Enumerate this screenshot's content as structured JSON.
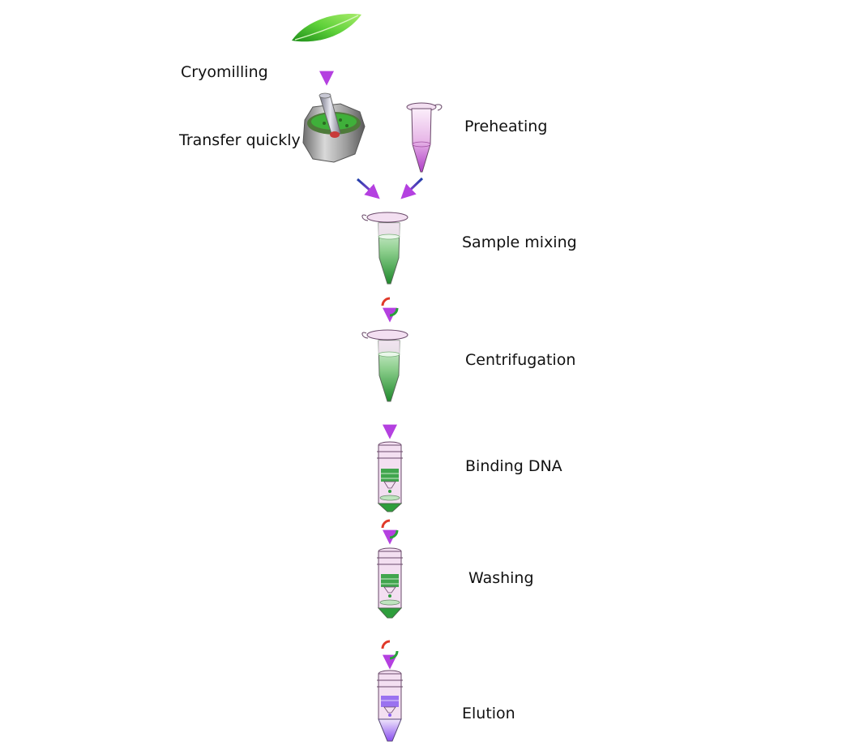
{
  "steps": {
    "cryomilling": "Cryomilling",
    "transfer_quickly": "Transfer quickly",
    "preheating": "Preheating",
    "sample_mixing": "Sample mixing",
    "centrifugation": "Centrifugation",
    "binding_dna": "Binding DNA",
    "washing": "Washing",
    "elution": "Elution"
  },
  "icons": {
    "leaf": "leaf-icon",
    "mortar": "mortar-pestle-icon",
    "tube": "microcentrifuge-tube-icon",
    "spin_column": "spin-column-icon",
    "centrifuge": "centrifuge-rotation-icon"
  },
  "colors": {
    "arrow_start": "#1f3fa8",
    "arrow_end": "#b440e0",
    "tube_pink": "#f3dff1",
    "liquid_green": "#2e9e3c",
    "liquid_purple": "#9a5cf0",
    "leaf_green": "#3ebd2e",
    "mortar_grey": "#9a9a9a"
  }
}
